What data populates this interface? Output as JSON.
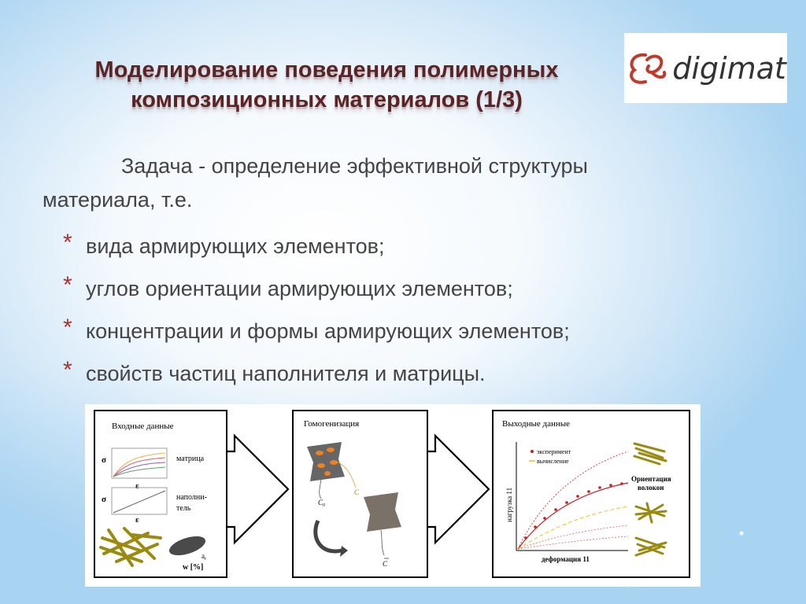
{
  "title": {
    "line1": "Моделирование поведения полимерных",
    "line2": "композиционных материалов (1/3)"
  },
  "logo": {
    "text": "digimat",
    "icon": "digimat-swirl-icon",
    "color": "#c0392b"
  },
  "task": {
    "line1": "Задача - определение эффективной структуры",
    "line2": "материала, т.е."
  },
  "bullets": [
    {
      "text": "вида армирующих элементов;"
    },
    {
      "text": "углов ориентации армирующих элементов;"
    },
    {
      "text": "концентрации и формы армирующих элементов;"
    },
    {
      "text": "свойств частиц наполнителя и матрицы."
    }
  ],
  "bullet_symbol": "*",
  "colors": {
    "title": "#5b2323",
    "bullet": "#a8322d",
    "text": "#444444"
  },
  "diagram": {
    "input": {
      "title": "Входные данные",
      "sigma": "σ",
      "epsilon": "ε",
      "matrix_label": "матрица",
      "filler_label_1": "наполни-",
      "filler_label_2": "тель",
      "ar_label": "a",
      "ar_sub": "r",
      "w_label": "w [%]"
    },
    "homogenization": {
      "title": "Гомогенизация",
      "c0": "C",
      "c0_sub": "0",
      "c_label": "C",
      "c_bar": "C"
    },
    "output": {
      "title": "Выходные данные",
      "legend_experiment": "эксперимент",
      "legend_calculation": "вычисление",
      "ylabel": "нагрузка 11",
      "xlabel": "деформация 11",
      "orientation_1": "Ориентация",
      "orientation_2": "волокон"
    }
  }
}
